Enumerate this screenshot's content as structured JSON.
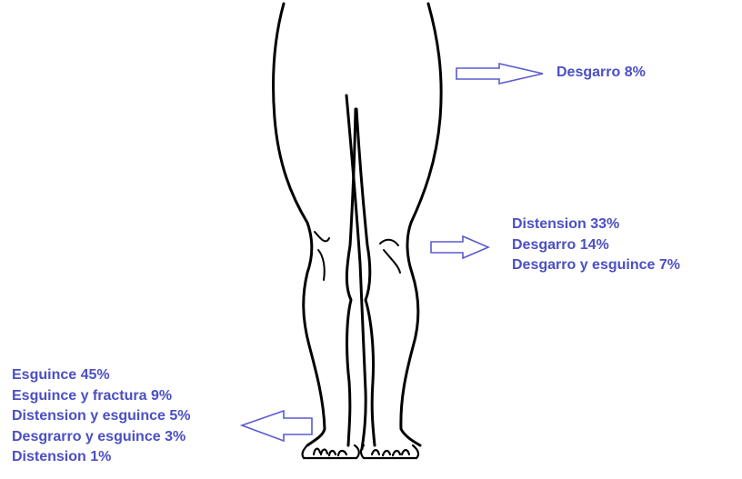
{
  "colors": {
    "label": "#4b4fc4",
    "outline": "#000000",
    "arrow": "#5a5ad0"
  },
  "annotations": {
    "thigh": [
      "Desgarro 8%"
    ],
    "knee": [
      "Distension 33%",
      "Desgarro 14%",
      "Desgarro y esguince 7%"
    ],
    "ankle": [
      "Esguince 45%",
      "Esguince y fractura 9%",
      "Distension y esguince 5%",
      "Desgrarro y esguince 3%",
      "Distension 1%"
    ]
  }
}
